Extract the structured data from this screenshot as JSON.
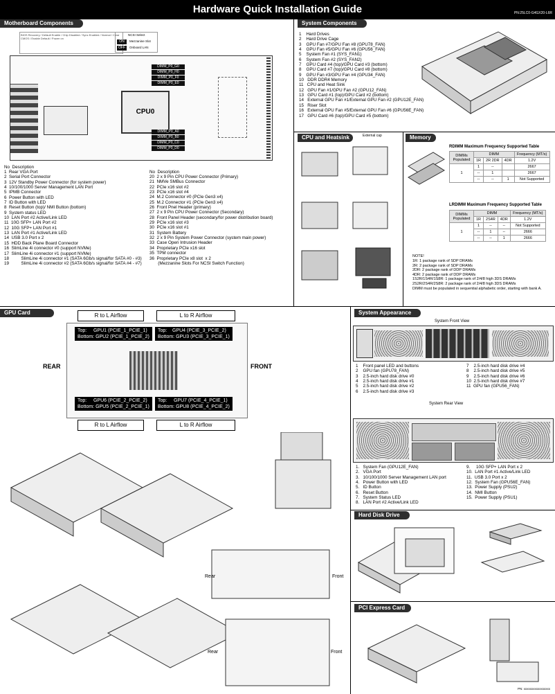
{
  "header": {
    "title": "Hardware Quick Installation Guide",
    "part_number": "PN:25LC0-G4GX20-L6R"
  },
  "sections": {
    "motherboard": "Motherboard Components",
    "system": "System Components",
    "cpu": "CPU and Heatsink",
    "memory": "Memory",
    "gpu": "GPU Card",
    "appearance": "System Appearance",
    "hdd": "Hard Disk Drive",
    "pci": "PCI Express Card"
  },
  "motherboard": {
    "cpu_label": "CPU0",
    "dimm_top": [
      "DIMM_P0_G0",
      "DIMM_P0_H0",
      "DIMM_P0_F0",
      "DIMM_P0_E0"
    ],
    "dimm_bottom": [
      "DIMM_P0_A0",
      "DIMM_P0_B0",
      "DIMM_P0_C0",
      "DIMM_P0_D0"
    ],
    "jumpers": {
      "on": "ON",
      "off": "OFF",
      "on_desc": "Mezzanine Slot",
      "off_desc": "Onboard LAN",
      "ncsi": "NCSI Select"
    },
    "col_header": "No  Description",
    "list_left": [
      "1  Rear VGA Port",
      "2  Serial Port Connector",
      "3  12V Standby Power Connector (for system power)",
      "4  10/100/1000 Server Management LAN Port",
      "5  IPMB Connector",
      "6  Power Button with LED",
      "7  ID Button with LED",
      "8  Reset Button (top)/ NMI Button (bottom)",
      "9  System status LED",
      "10  LAN Port #2 Active/Link LED",
      "11  10G SFP+ LAN Port #2",
      "12  10G SFP+ LAN Port #1",
      "13  LAN Port #1 Active/Link LED",
      "14  USB 3.0 Port x 2",
      "15  HDD Back Plane Board Connector",
      "16  SlimLine 4i connector #0 (support NVMe)",
      "17  SlimLine 4i connector #1 (support NVMe)",
      "18          SlimLine 4i connector #1 (SATA 6Gb/s signal/for SATA #0 - #3)",
      "19          SlimLine 4i connector #2 (SATA 6Gb/s signal/for SATA #4 - #7)"
    ],
    "list_right": [
      "20  2 x 9 Pin CPU Power Connector (Primary)",
      "21  NMVe SMBus Connector",
      "22  PCIe x16 slot #2",
      "23  PCIe x16 slot #4",
      "24  M.2 Connector #0 (PCIe Gen3 x4)",
      "25  M.2 Connector #1 (PCIe Gen3 x4)",
      "26  Front Pnel Header (primary)",
      "27  2 x 9 Pin CPU Power Connector (Secondary)",
      "28  Front Panel Header (secondary/for power distribution board)",
      "29  PCIe x16 slot #3",
      "30  PCIe x16 slot #1",
      "31  System Battery",
      "32  2 x 9 Pin System Power Connector (system main power)",
      "33  Case Open Intrusion Header",
      "34  Proprietary PCIe x16 slot",
      "35  TPM connector",
      "36  Proprietary PCIe x8 slot  x 2",
      "       (Mezzanine Slots For NCSI Switch Function)"
    ]
  },
  "system": {
    "list": [
      "1    Hard Drives",
      "2    Hard Drive Cage",
      "3    GPU Fan #7/GPU Fan #8 (GPU78_FAN)",
      "4    GPU Fan #5/GPU Fan #6 (GPU56_FAN)",
      "5    System Fan #1 (SYS_FAN1)",
      "6    System Fan #2 (SYS_FAN2)",
      "7    GPU Card #4 (top)/GPU Card #3 (bottom)",
      "8    GPU Card #7 (top)/GPU Card #8 (bottom)",
      "9    GPU Fan #3/GPU Fan #4 (GPU34_FAN)",
      "10   DDR DDR4 Memory",
      "11   CPU and Heat Sink",
      "12   GPU Fan #1/GPU Fan #2 (GPU12_FAN)",
      "13   GPU Card #1 (top)/GPU Card #2 (bottom)",
      "14   External GPU Fan #1/External GPU Fan #2 (GPU12E_FAN)",
      "15   Riser Slot",
      "16   External GPU Fan #5/External GPU Fan #6 (GPU56E_FAN)",
      "17   GPU Card #6 (top)/GPU Card #5 (bottom)"
    ]
  },
  "cpu": {
    "external_cap": "External cap"
  },
  "memory": {
    "rdimm_title": "RDIMM Maximum Frequency Supported Table",
    "lrdimm_title": "LRDIMM Maximum Frequency Supported  Table",
    "dimms_populated": "DIMMs Populated",
    "dimm": "DIMM",
    "freq": "Frequency (MT/s)",
    "rdimm_cols": [
      "1R",
      "2R 2DR",
      "4DR",
      "1.2V"
    ],
    "rdimm_rows": [
      [
        "1",
        "--",
        "",
        "2667"
      ],
      [
        "--",
        "1",
        "",
        "2667"
      ],
      [
        "--",
        "--",
        "1",
        "Not Supported"
      ]
    ],
    "lrdimm_cols": [
      "1R",
      "2S4R",
      "4DR",
      "1.2V"
    ],
    "lrdimm_rows": [
      [
        "1",
        "--",
        "--",
        "Not Supported"
      ],
      [
        "--",
        "1",
        "--",
        "2666"
      ],
      [
        "--",
        "--",
        "1",
        "2666"
      ]
    ],
    "note_title": "NOTE!",
    "notes": [
      "1R: 1 package rank of SDP DRAMs",
      "2R: 2 package rank of SDP DRAMs",
      "2DR: 2 package rank of DDP DRAMs",
      "4DR: 2 package rank of DDP DRAMs",
      "1S2R/1S4R/1S8R: 1 package rank of 2/4/8 high 3DS DRAMs",
      "2S2R/2S4R/2S8R: 2 package rank of 2/4/8 high 3DS DRAMs",
      "DIMM must be populated in sequential  alphabetic order, starting with bank A."
    ]
  },
  "gpu": {
    "airflow_top_left": "R to L Airflow",
    "airflow_top_right": "L to R Airflow",
    "airflow_bottom_left": "R to L Airflow",
    "airflow_bottom_right": "L to R Airflow",
    "rear": "REAR",
    "front": "FRONT",
    "box1": "Top:     GPU1 (PCIE_1_PCIE_1)\nBottom: GPU2 (PCIE_1_PCIE_2)",
    "box2": "Top:    GPU4 (PCIE_3_PCIE_2)\nBottom: GPU3 (PCIE_3_PCIE_1)",
    "box3": "Top:     GPU6 (PCIE_2_PCIE_2)\nBottom: GPU5 (PCIE_2_PCIE_1)",
    "box4": "Top:     GPU7 (PCIE_4_PCIE_1)\nBottom: GPU8 (PCIE_4_PCIE_2)",
    "rear_label": "Rear",
    "front_label": "Front"
  },
  "appearance": {
    "front_view": "System Front View",
    "rear_view": "System Rear View",
    "front_list_left": [
      "1    Front panel LED and buttons",
      "2    GPU fan (GPU78_FAN)",
      "3    2.5-inch hard disk drive #0",
      "4    2.5-inch hard disk drive #1",
      "5    2.5-inch hard disk drive #2",
      "6    2.5-inch hard disk drive #3"
    ],
    "front_list_right": [
      "7    2.5-inch hard disk drive #4",
      "8    2.5-inch hard disk drive #5",
      "9    2.5-inch hard disk drive #6",
      "10  2.5-inch hard disk drive #7",
      "11  GPU fan (GPU56_FAN)"
    ],
    "rear_list_left": [
      "1.   System Fan (GPU12E_FAN)",
      "2.   VGA Port",
      "3.   10/100/1000 Server Management LAN port",
      "4.   Power Button with LED",
      "5.   ID Button",
      "6.   Reset Button",
      "7.   System Status LED",
      "8.   LAN Port #2 Active/Link LED"
    ],
    "rear_list_right": [
      "9.     10G SFP+ LAN Port x 2",
      "10.  LAN Port #1 Active/Link LED",
      "11.  USB 3.0 Port x 2",
      "12.  System Fan (GPU56E_FAN)",
      "13.  Power Supply (PSU2)",
      "14.  NMI Button",
      "15.  Power Supply (PSU1)"
    ]
  },
  "footer": {
    "pn": "PN: xxxxxxxxxxxxxxxxx"
  }
}
